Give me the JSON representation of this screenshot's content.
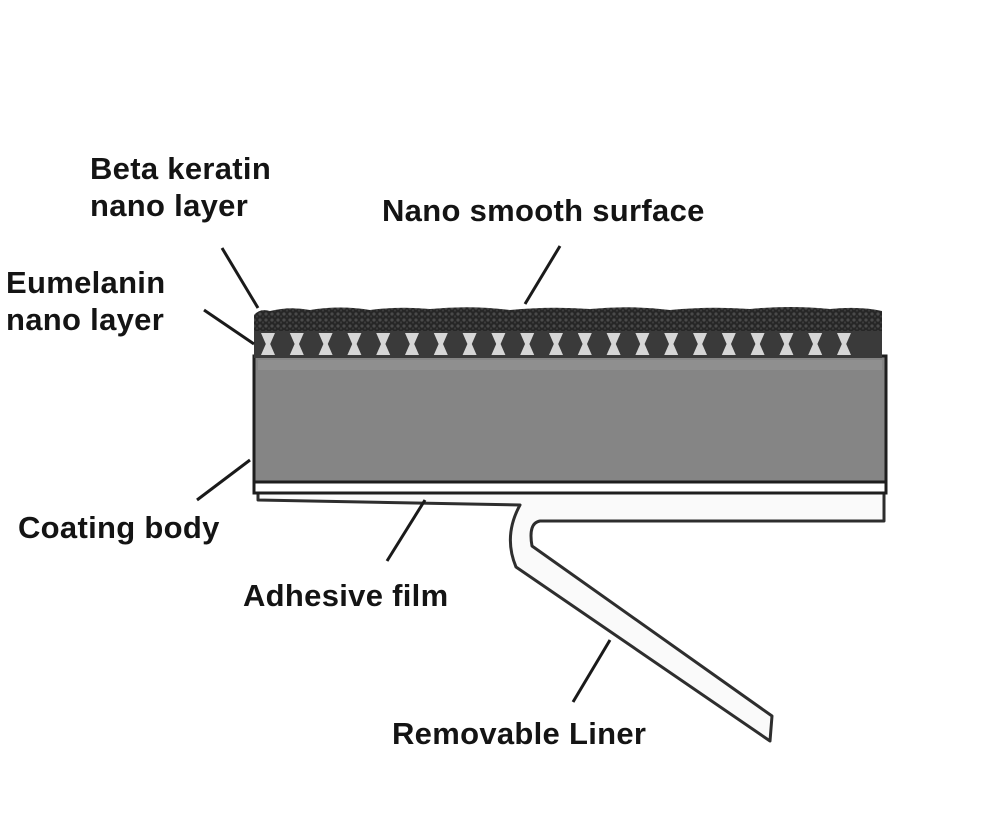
{
  "labels": {
    "beta_keratin": "Beta keratin\nnano layer",
    "nano_smooth_surface": "Nano smooth surface",
    "eumelanin": "Eumelanin\nnano layer",
    "coating_body": "Coating body",
    "adhesive_film": "Adhesive film",
    "removable_liner": "Removable Liner"
  },
  "colors": {
    "background": "#ffffff",
    "keratin_layer": "#262626",
    "eumelanin_layer": "#3a3a3a",
    "nano_pillars": "#d6d6d6",
    "coating_body": "#858585",
    "adhesive_film": "#ffffff",
    "liner_outline": "#2e2e2e",
    "leader_lines": "#1a1a1a",
    "text": "#141414"
  }
}
